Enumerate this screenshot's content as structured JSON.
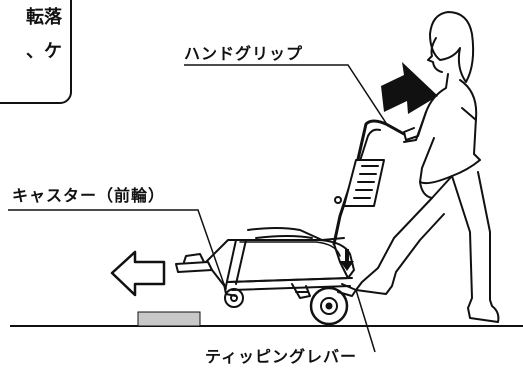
{
  "callout": {
    "line1": "転落",
    "line2": "、ケ"
  },
  "labels": {
    "hand_grip": "ハンドグリップ",
    "caster": "キャスター（前輪）",
    "tipping_lever": "ティッピングレバー"
  },
  "colors": {
    "line": "#111111",
    "arrow_fill": "#111111",
    "obstacle_fill": "#c8c8c8",
    "background": "#ffffff"
  }
}
